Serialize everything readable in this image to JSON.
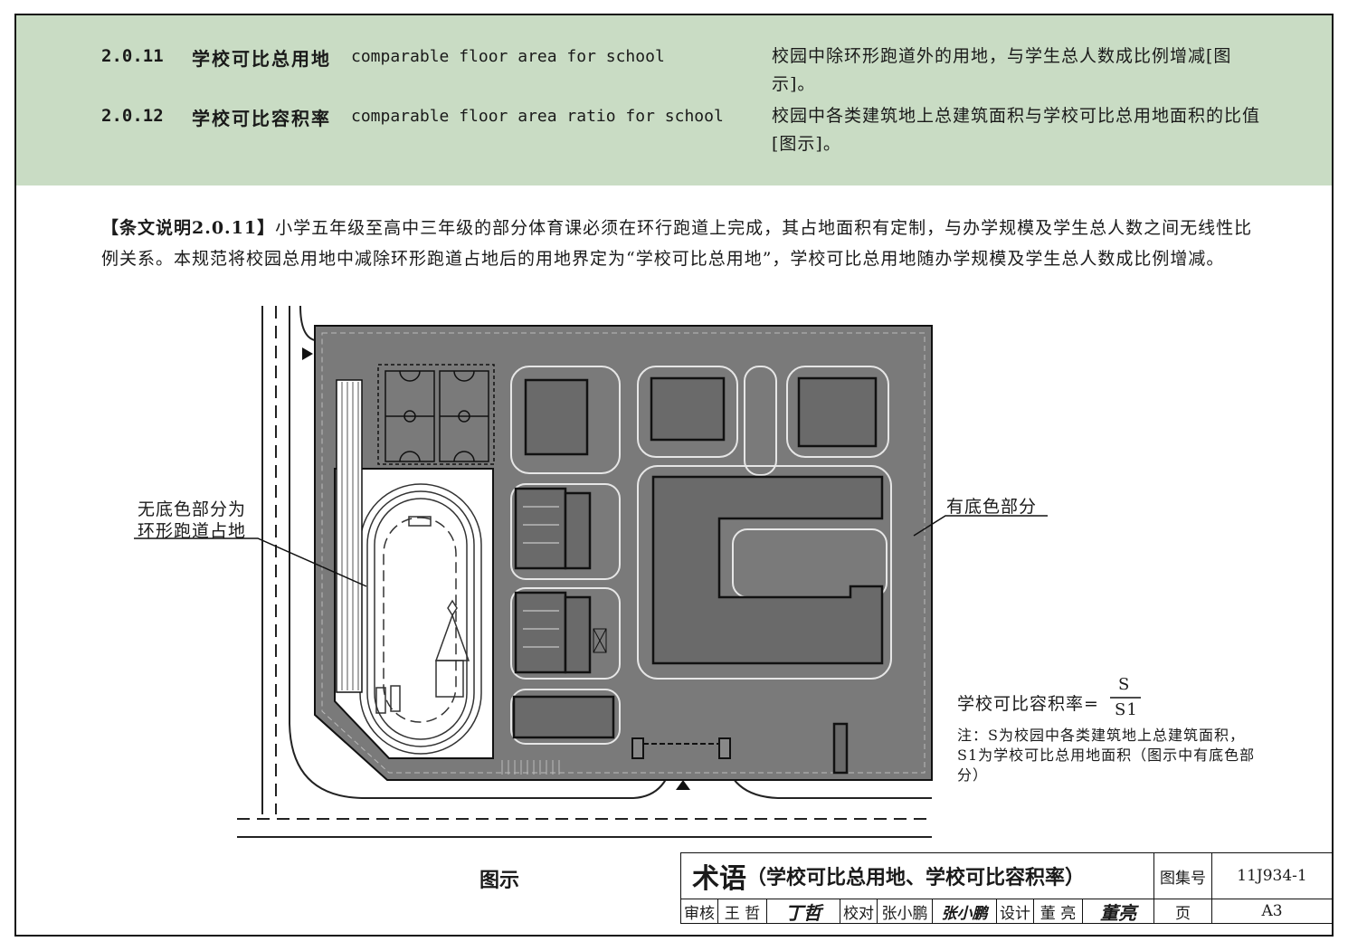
{
  "terms": [
    {
      "number": "2.0.11",
      "cn": "学校可比总用地",
      "en": "comparable floor area for school",
      "definition": "校园中除环形跑道外的用地，与学生总人数成比例增减[图示]。"
    },
    {
      "number": "2.0.12",
      "cn": "学校可比容积率",
      "en": "comparable floor area ratio for school",
      "definition": "校园中各类建筑地上总建筑面积与学校可比总用地面积的比值[图示]。"
    }
  ],
  "explanation": {
    "tag": "【条文说明2.0.11】",
    "text": "小学五年级至高中三年级的部分体育课必须在环行跑道上完成，其占地面积有定制，与办学规模及学生总人数之间无线性比例关系。本规范将校园总用地中减除环形跑道占地后的用地界定为“学校可比总用地”，学校可比总用地随办学规模及学生总人数成比例增减。"
  },
  "diagram": {
    "left_label_line1": "无底色部分为",
    "left_label_line2": "环形跑道占地",
    "right_label": "有底色部分",
    "formula_label": "学校可比容积率=",
    "formula_numerator": "S",
    "formula_denominator": "S1",
    "note": "注：S为校园中各类建筑地上总建筑面积，S1为学校可比总用地面积（图示中有底色部分）",
    "caption": "图示",
    "colors": {
      "shaded": "#7a7a7a",
      "building": "#6a6a6a",
      "track_area": "#ffffff"
    }
  },
  "title_block": {
    "title_main": "术语",
    "title_sub": "（学校可比总用地、学校可比容积率）",
    "atlas_label": "图集号",
    "atlas_number": "11J934-1",
    "review_label": "审核",
    "review_name": "王 哲",
    "review_sign": "丁哲",
    "check_label": "校对",
    "check_name": "张小鹏",
    "check_sign": "张小鹏",
    "design_label": "设计",
    "design_name": "董 亮",
    "design_sign": "董亮",
    "page_label": "页",
    "page_number": "A3"
  },
  "palette": {
    "green_band": "#c9dcc4",
    "border": "#111111"
  }
}
